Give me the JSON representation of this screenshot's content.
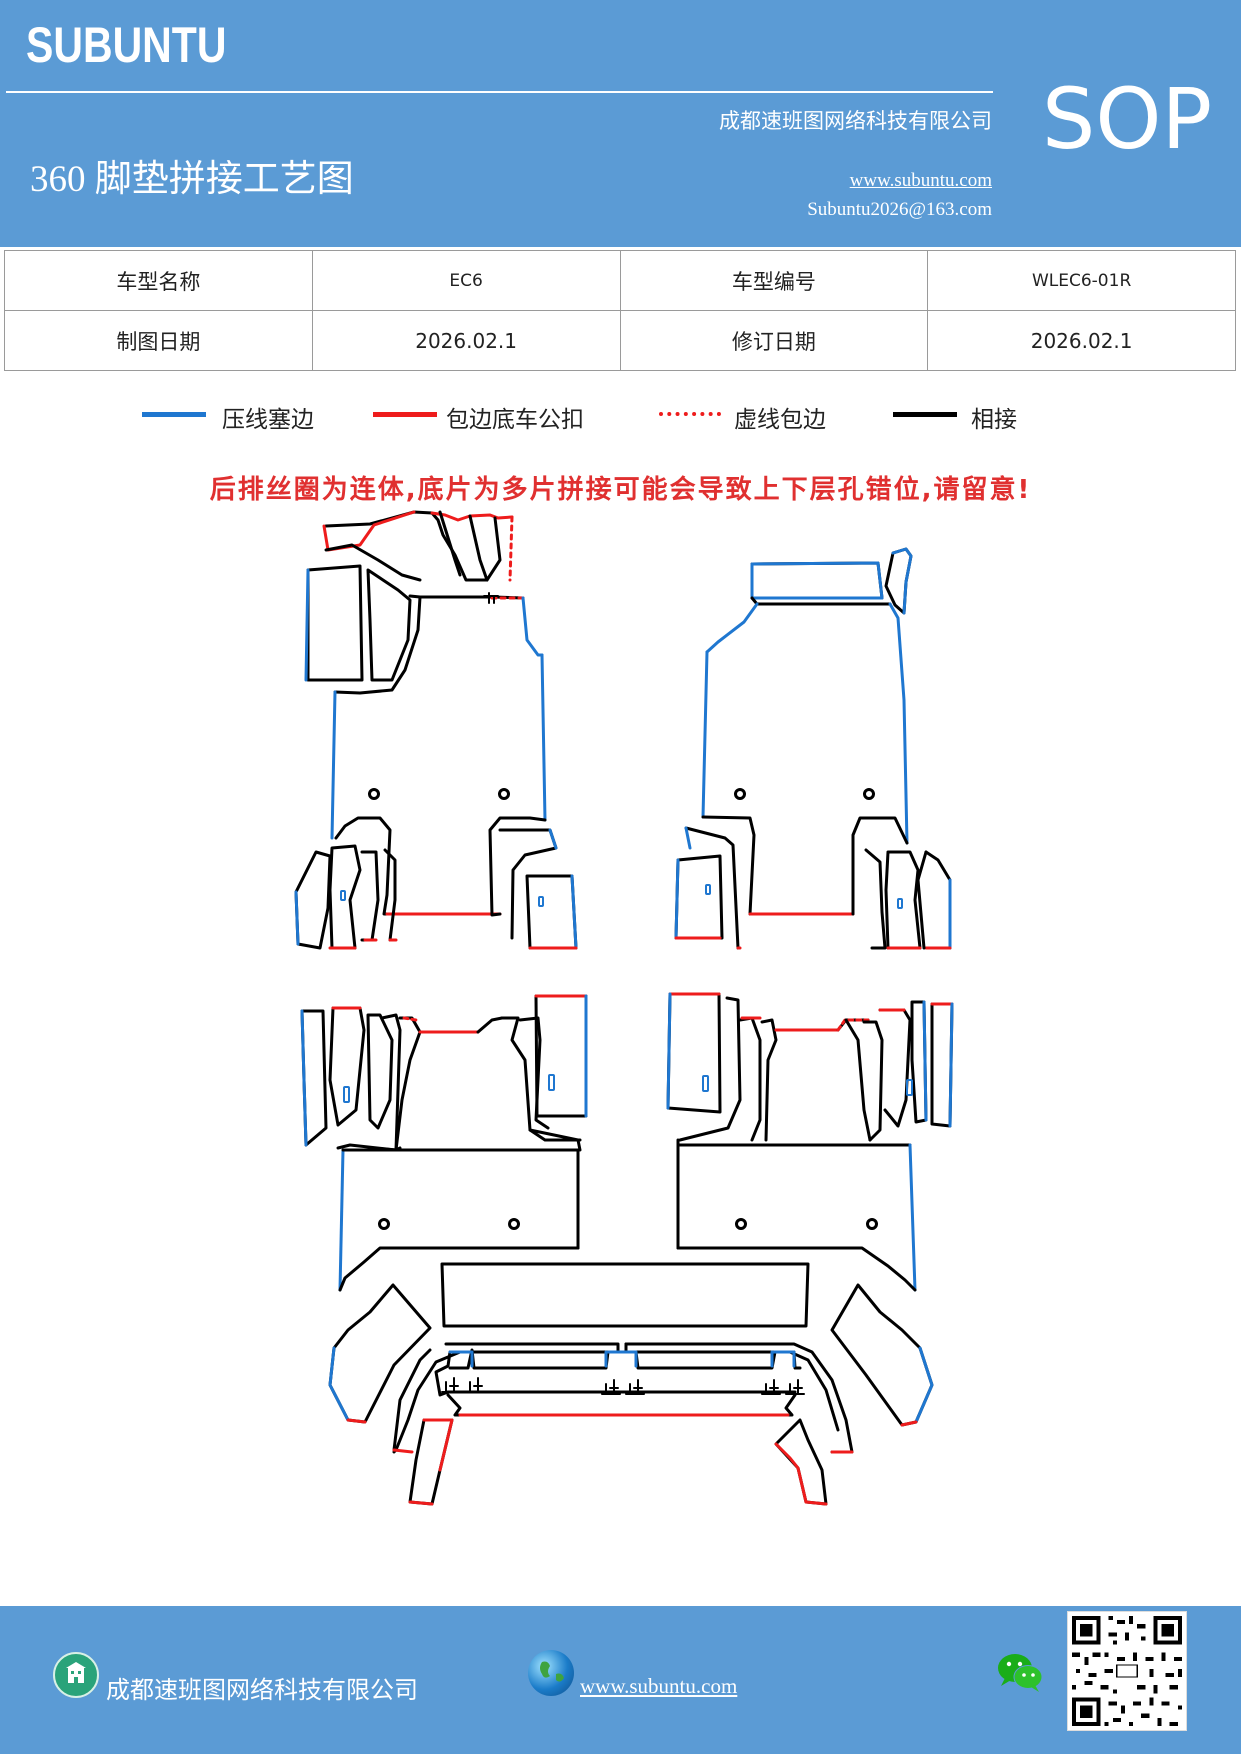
{
  "header": {
    "brand": "SUBUNTU",
    "doc_title": "360 脚垫拼接工艺图",
    "company": "成都速班图网络科技有限公司",
    "website": "www.subuntu.com",
    "email": "Subuntu2026@163.com",
    "sop_label": "SOP"
  },
  "info_table": {
    "model_name_label": "车型名称",
    "model_name": "EC6",
    "model_code_label": "车型编号",
    "model_code": "WLEC6-01R",
    "draw_date_label": "制图日期",
    "draw_date": "2026.02.1",
    "revise_date_label": "修订日期",
    "revise_date": "2026.02.1"
  },
  "legend": [
    {
      "label": "压线塞边",
      "color": "#1f77d0",
      "style": "solid"
    },
    {
      "label": "包边底车公扣",
      "color": "#ee1c1c",
      "style": "solid"
    },
    {
      "label": "虚线包边",
      "color": "#ee1c1c",
      "style": "dotted"
    },
    {
      "label": "相接",
      "color": "#000000",
      "style": "solid"
    }
  ],
  "warning": "后排丝圈为连体,底片为多片拼接可能会导致上下层孔错位,请留意!",
  "colors": {
    "header_bg": "#5b9bd5",
    "blue_edge": "#1f77d0",
    "red_edge": "#ee1c1c",
    "black_edge": "#000000"
  },
  "footer": {
    "company": "成都速班图网络科技有限公司",
    "website": "www.subuntu.com",
    "icons": [
      "building-icon",
      "globe-icon",
      "wechat-icon",
      "qr-code"
    ]
  }
}
